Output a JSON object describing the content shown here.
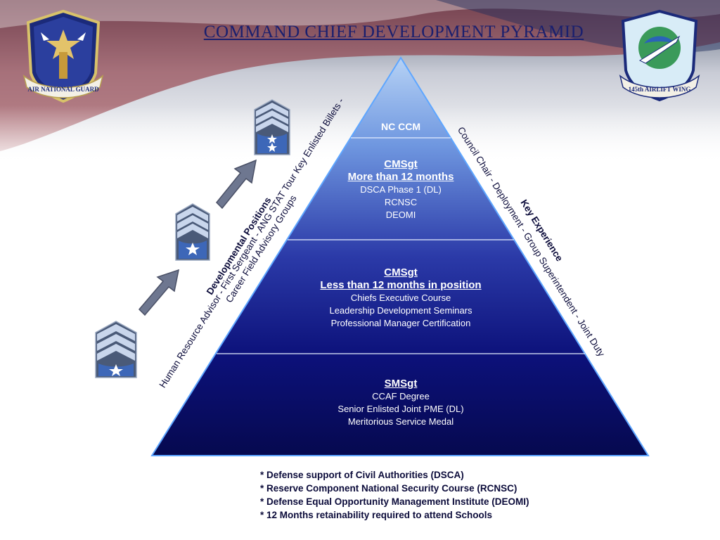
{
  "title": "COMMAND CHIEF DEVELOPMENT PYRAMID",
  "seals": {
    "left_text": "AIR NATIONAL GUARD",
    "right_text": "145th AIRLIFT WING"
  },
  "pyramid": {
    "apex": {
      "label": "NC CCM"
    },
    "tier2": {
      "heading": "CMSgt",
      "subheading": "More than 12 months",
      "lines": [
        "DSCA Phase 1 (DL)",
        "RCNSC",
        "DEOMI"
      ]
    },
    "tier3": {
      "heading": "CMSgt",
      "subheading": "Less than 12 months in position",
      "lines": [
        "Chiefs Executive Course",
        "Leadership Development Seminars",
        "Professional Manager Certification"
      ]
    },
    "tier4": {
      "heading": "SMSgt",
      "lines": [
        "CCAF Degree",
        "Senior Enlisted Joint PME (DL)",
        "Meritorious Service Medal"
      ]
    }
  },
  "left_side": {
    "heading": "Developmental Positions",
    "line1": "Human Resource Advisor - First Sergeant  -  ANG STAT Tour Key Enlisted Billets  -",
    "line2": "Career Field Advisory Groups"
  },
  "right_side": {
    "heading": "Key  Experience",
    "line1": "Council Chair  -  Deployment  -  Group Superintendent  -  Joint Duty"
  },
  "footnotes": [
    "* Defense support of Civil Authorities (DSCA)",
    "* Reserve Component National Security Course (RCNSC)",
    "* Defense Equal Opportunity Management Institute (DEOMI)",
    "* 12 Months retainability required to attend Schools"
  ],
  "colors": {
    "title": "#1a1f6e",
    "pyramid_top": "#a9c6ef",
    "pyramid_bottom": "#070a5a",
    "text_dark": "#0b0b3a"
  }
}
